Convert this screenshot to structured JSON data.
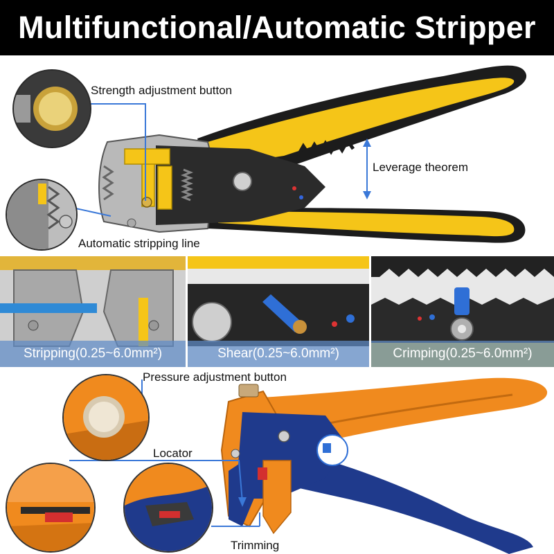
{
  "title": "Multifunctional/Automatic Stripper",
  "labels": {
    "strength": "Strength adjustment button",
    "leverage": "Leverage theorem",
    "auto_line": "Automatic stripping line",
    "pressure": "Pressure adjustment button",
    "locator": "Locator",
    "trimming": "Trimming"
  },
  "panels": [
    {
      "caption": "Stripping(0.25~6.0mm²)"
    },
    {
      "caption": "Shear(0.25~6.0mm²)"
    },
    {
      "caption": "Crimping(0.25~6.0mm²)"
    }
  ],
  "colors": {
    "yellow": "#f5c518",
    "black": "#1c1c1c",
    "orange": "#f08a1e",
    "navy": "#1f3a8c",
    "leader": "#3a78d8",
    "caption_bg": "#5f8cc8"
  }
}
